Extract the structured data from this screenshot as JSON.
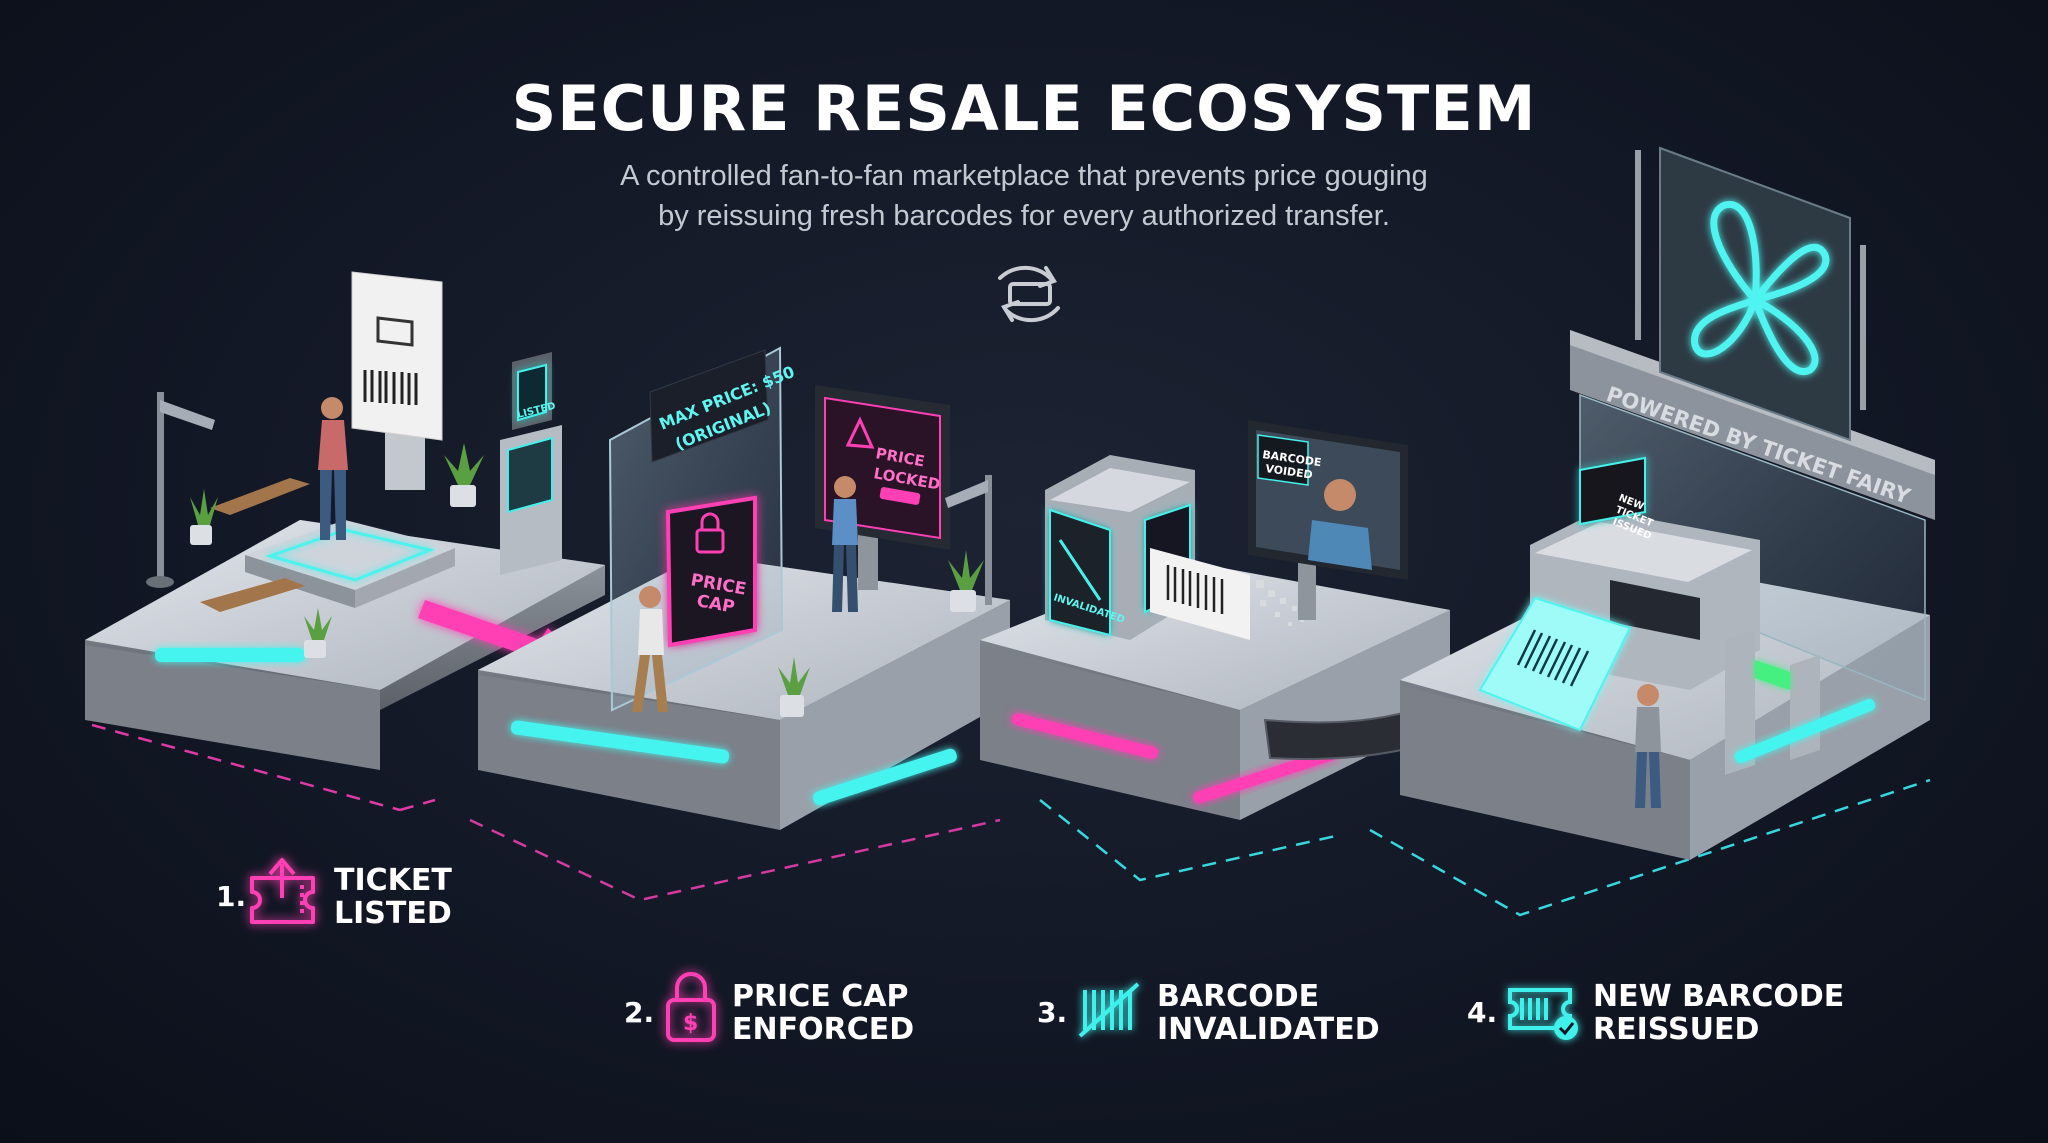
{
  "header": {
    "title": "SECURE RESALE ECOSYSTEM",
    "subtitle_line1": "A controlled fan-to-fan marketplace that prevents price gouging",
    "subtitle_line2": "by reissuing fresh barcodes for every authorized transfer."
  },
  "colors": {
    "background": "#131826",
    "pink": "#ff3fb4",
    "cyan": "#3ff0ea",
    "platform": "#c9ced6"
  },
  "scene_signs": {
    "kiosk_listed": "LISTED",
    "max_price_line1": "MAX PRICE: $50",
    "max_price_line2": "(ORIGINAL)",
    "price_locked_line1": "PRICE",
    "price_locked_line2": "LOCKED",
    "price_cap_line1": "PRICE",
    "price_cap_line2": "CAP",
    "barcode_voided_line1": "BARCODE",
    "barcode_voided_line2": "VOIDED",
    "invalidated": "INVALIDATED",
    "new_ticket_line1": "NEW",
    "new_ticket_line2": "TICKET",
    "new_ticket_line3": "ISSUED",
    "powered_by": "POWERED BY TICKET FAIRY"
  },
  "steps": [
    {
      "number": "1.",
      "line1": "TICKET",
      "line2": "LISTED",
      "icon": "ticket-upload-icon",
      "color": "pink"
    },
    {
      "number": "2.",
      "line1": "PRICE CAP",
      "line2": "ENFORCED",
      "icon": "padlock-dollar-icon",
      "color": "pink"
    },
    {
      "number": "3.",
      "line1": "BARCODE",
      "line2": "INVALIDATED",
      "icon": "barcode-slash-icon",
      "color": "cyan"
    },
    {
      "number": "4.",
      "line1": "NEW BARCODE",
      "line2": "REISSUED",
      "icon": "ticket-check-icon",
      "color": "cyan"
    }
  ]
}
